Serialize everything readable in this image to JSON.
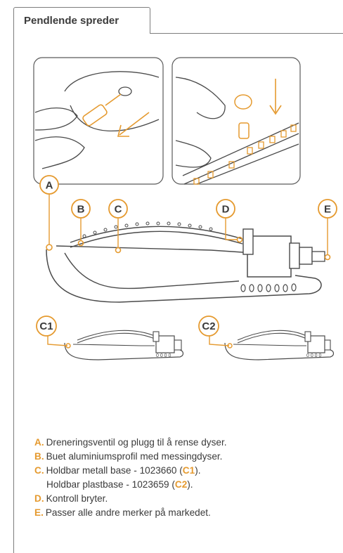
{
  "tab": {
    "title": "Pendlende spreder"
  },
  "callouts": {
    "A": "A",
    "B": "B",
    "C": "C",
    "D": "D",
    "E": "E",
    "C1": "C1",
    "C2": "C2"
  },
  "colors": {
    "accent": "#e59a2f",
    "line": "#4a4a4a",
    "border": "#7d7d7d"
  },
  "legend": {
    "a": {
      "key": "A.",
      "text": "Dreneringsventil og plugg til å rense dyser."
    },
    "b": {
      "key": "B.",
      "text": "Buet aluminiumsprofil med messingdyser."
    },
    "c": {
      "key": "C.",
      "text1": "Holdbar metall base - 1023660 (",
      "code1": "C1",
      "text1_end": ").",
      "text2": "Holdbar plastbase - 1023659 (",
      "code2": "C2",
      "text2_end": ")."
    },
    "d": {
      "key": "D.",
      "text": "Kontroll bryter."
    },
    "e": {
      "key": "E.",
      "text": "Passer alle andre merker på markedet."
    }
  }
}
